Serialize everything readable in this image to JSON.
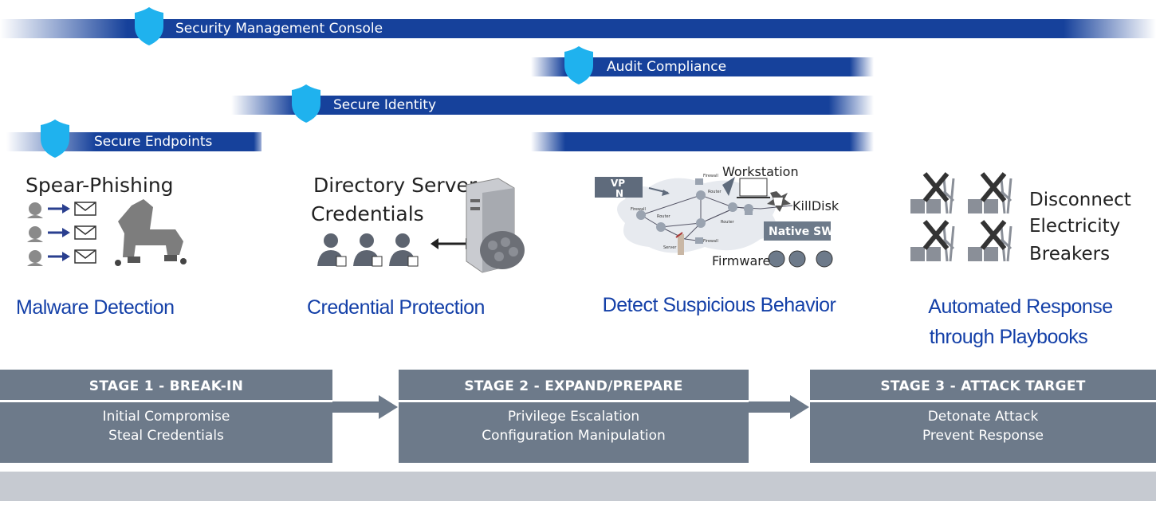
{
  "colors": {
    "bar_blue": "#16419b",
    "shield": "#1fb2ee",
    "stage_bg": "#6d7a8a",
    "caption_blue": "#1440a8",
    "band_gray": "#c6cad1"
  },
  "bars": {
    "console": "Security Management Console",
    "audit": "Audit Compliance",
    "identity": "Secure Identity",
    "endpoints": "Secure Endpoints",
    "unlabeled": ""
  },
  "phase1": {
    "heading": "Spear-Phishing",
    "caption": "Malware Detection",
    "icons": [
      "person-mail-icon",
      "person-mail-icon",
      "person-mail-icon",
      "trojan-horse-icon"
    ]
  },
  "phase2": {
    "heading_line1": "Directory Server",
    "heading_line2": "Credentials",
    "caption": "Credential Protection",
    "icons": [
      "user-icon",
      "user-icon",
      "user-icon",
      "double-arrow-icon",
      "server-icon"
    ]
  },
  "phase3": {
    "vpn_label": "VPN",
    "workstation": "Workstation",
    "killdisk": "KillDisk",
    "native_sw": "Native SW",
    "firmware": "Firmware",
    "firewall": "Firewall",
    "router": "Router",
    "server": "Server",
    "caption": "Detect Suspicious Behavior"
  },
  "phase4": {
    "line1": "Disconnect",
    "line2": "Electricity",
    "line3": "Breakers",
    "caption_line1": "Automated Response",
    "caption_line2": "through Playbooks"
  },
  "stages": [
    {
      "title": "STAGE 1 - BREAK-IN",
      "line1": "Initial Compromise",
      "line2": "Steal Credentials"
    },
    {
      "title": "STAGE 2 - EXPAND/PREPARE",
      "line1": "Privilege Escalation",
      "line2": "Configuration Manipulation"
    },
    {
      "title": "STAGE 3 - ATTACK TARGET",
      "line1": "Detonate Attack",
      "line2": "Prevent Response"
    }
  ]
}
